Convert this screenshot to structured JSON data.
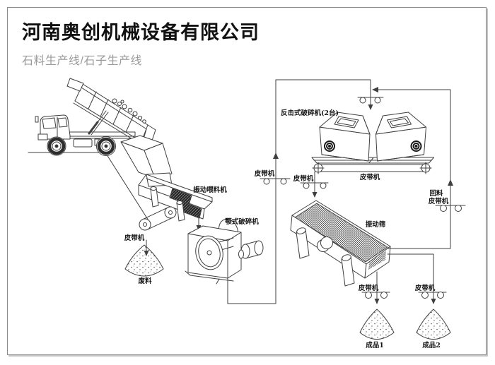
{
  "header": {
    "company": "河南奥创机械设备有限公司",
    "subtitle": "石料生产线/石子生产线"
  },
  "diagram": {
    "labels": {
      "feeder": "振动喂料机",
      "belt_waste": "皮带机",
      "waste": "废料",
      "jaw_crusher": "颚式破碎机",
      "belt_riser": "皮带机",
      "impact_crusher": "反击式破碎机(2台)",
      "belt_main": "皮带机",
      "belt_screen_feed": "皮带机",
      "screen": "振动筛",
      "return_line1": "回料",
      "return_line2": "皮带机",
      "belt_product1": "皮带机",
      "product1": "成品1",
      "belt_product2": "皮带机",
      "product2": "成品2"
    },
    "colors": {
      "line": "#3f3f3f",
      "label": "#141414",
      "subtitle": "#9b9b9b",
      "frame_border": "#8c8c8c"
    }
  }
}
